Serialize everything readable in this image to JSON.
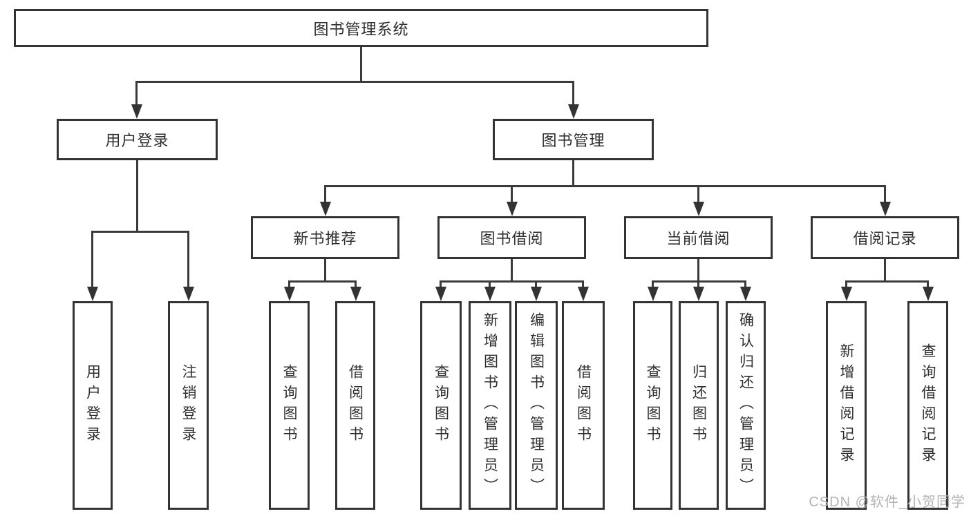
{
  "diagram": {
    "type": "tree",
    "root": {
      "label": "图书管理系统"
    },
    "branches": [
      {
        "label": "用户登录",
        "leaves": [
          {
            "label": "用户登录"
          },
          {
            "label": "注销登录"
          }
        ]
      },
      {
        "label": "图书管理",
        "children": [
          {
            "label": "新书推荐",
            "leaves": [
              {
                "label": "查询图书"
              },
              {
                "label": "借阅图书"
              }
            ]
          },
          {
            "label": "图书借阅",
            "leaves": [
              {
                "label": "查询图书"
              },
              {
                "label": "新增图书（管理员）"
              },
              {
                "label": "编辑图书（管理员）"
              },
              {
                "label": "借阅图书"
              }
            ]
          },
          {
            "label": "当前借阅",
            "leaves": [
              {
                "label": "查询图书"
              },
              {
                "label": "归还图书"
              },
              {
                "label": "确认归还（管理员）"
              }
            ]
          },
          {
            "label": "借阅记录",
            "leaves": [
              {
                "label": "新增借阅记录"
              },
              {
                "label": "查询借阅记录"
              }
            ]
          }
        ]
      }
    ]
  },
  "watermark": "CSDN @软件_小贺同学",
  "colors": {
    "line": "#3a3a3a",
    "box_border": "#333333",
    "text": "#2f2f2f",
    "watermark": "#b3b3b3",
    "background": "#ffffff"
  }
}
